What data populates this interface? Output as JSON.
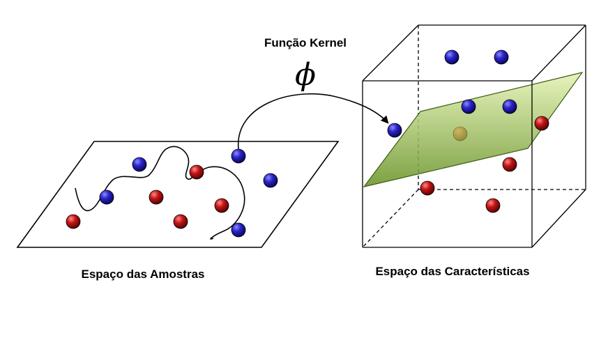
{
  "labels": {
    "kernel_title": "Função Kernel",
    "kernel_symbol": "ϕ",
    "sample_space": "Espaço das Amostras",
    "feature_space": "Espaço das Características"
  },
  "colors": {
    "blue_point": "#2a24c8",
    "red_point": "#c41414",
    "plane_fill_top": "#dff0a8",
    "plane_fill_bottom": "#6f9a2a",
    "line": "#000000"
  }
}
